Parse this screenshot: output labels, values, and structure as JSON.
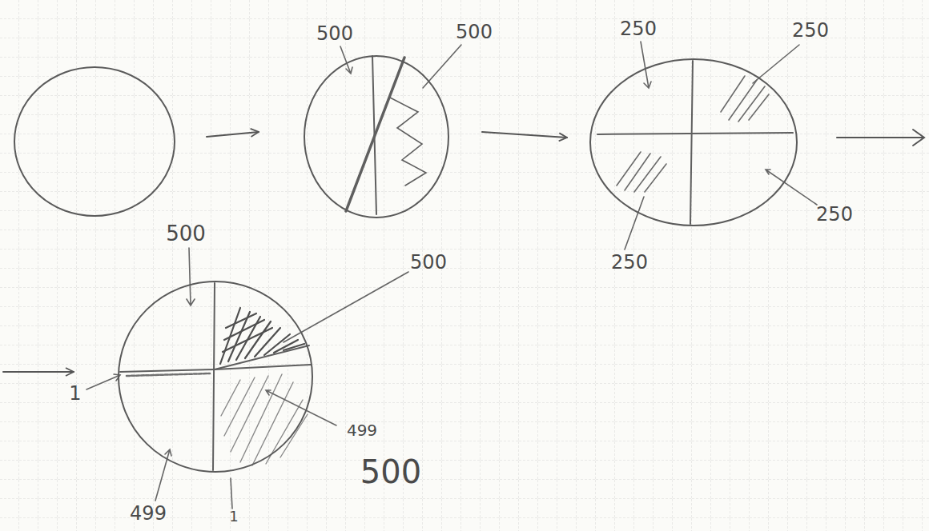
{
  "diagram": {
    "nodes": [
      {
        "text": []
      },
      {
        "text": [
          "500",
          "500"
        ]
      },
      {
        "text": [
          "250",
          "250",
          "250",
          "250"
        ]
      },
      {
        "text": [
          "500",
          "500",
          "1",
          "499",
          "499",
          "500",
          "1"
        ]
      }
    ],
    "edges": [
      {
        "from": 0,
        "to": 1,
        "arrow": "to"
      },
      {
        "from": 1,
        "to": 2,
        "arrow": "to"
      },
      {
        "from": 2,
        "to": 3,
        "arrow": "to"
      }
    ]
  }
}
